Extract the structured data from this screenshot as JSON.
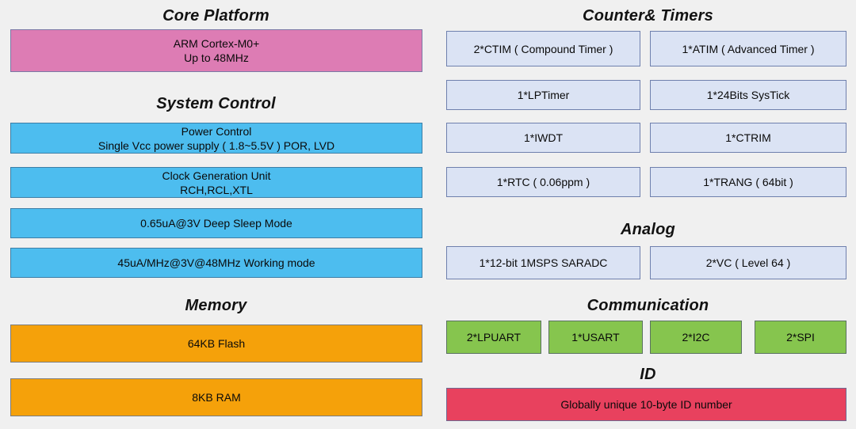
{
  "background": "#f0f0f0",
  "colors": {
    "core": "#dd7cb4",
    "system": "#4dbdef",
    "memory": "#f5a10a",
    "timers": "#dbe3f4",
    "analog": "#dbe3f4",
    "communication": "#86c54e",
    "id": "#e8415e"
  },
  "left_column": {
    "sections": [
      {
        "heading": "Core Platform",
        "boxes": [
          {
            "text": "ARM Cortex-M0+\nUp to 48MHz"
          }
        ]
      },
      {
        "heading": "System Control",
        "boxes": [
          {
            "text": "Power Control\nSingle Vcc power supply ( 1.8~5.5V )  POR, LVD"
          },
          {
            "text": "Clock Generation Unit\nRCH,RCL,XTL"
          },
          {
            "text": "0.65uA@3V Deep Sleep Mode"
          },
          {
            "text": "45uA/MHz@3V@48MHz Working mode"
          }
        ]
      },
      {
        "heading": "Memory",
        "boxes": [
          {
            "text": "64KB Flash"
          },
          {
            "text": "8KB RAM"
          }
        ]
      }
    ]
  },
  "right_column": {
    "sections": [
      {
        "heading": "Counter& Timers",
        "boxes": [
          {
            "text": "2*CTIM ( Compound Timer )"
          },
          {
            "text": "1*ATIM ( Advanced Timer )"
          },
          {
            "text": "1*LPTimer"
          },
          {
            "text": "1*24Bits SysTick"
          },
          {
            "text": "1*IWDT"
          },
          {
            "text": "1*CTRIM"
          },
          {
            "text": "1*RTC ( 0.06ppm )"
          },
          {
            "text": "1*TRANG ( 64bit )"
          }
        ]
      },
      {
        "heading": "Analog",
        "boxes": [
          {
            "text": "1*12-bit  1MSPS SARADC"
          },
          {
            "text": "2*VC ( Level 64 )"
          }
        ]
      },
      {
        "heading": "Communication",
        "boxes": [
          {
            "text": "2*LPUART"
          },
          {
            "text": "1*USART"
          },
          {
            "text": "2*I2C"
          },
          {
            "text": "2*SPI"
          }
        ]
      },
      {
        "heading": "ID",
        "boxes": [
          {
            "text": "Globally unique 10-byte ID number"
          }
        ]
      }
    ]
  }
}
